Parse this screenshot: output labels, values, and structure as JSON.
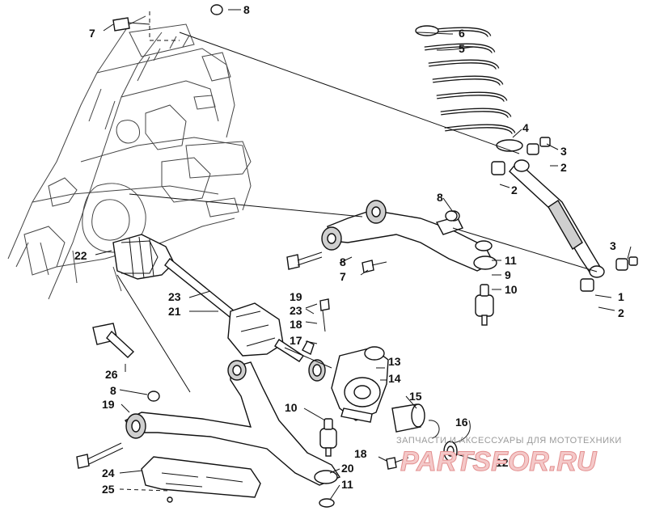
{
  "callouts": {
    "c1": "1",
    "c2a": "2",
    "c2b": "2",
    "c2c": "2",
    "c3a": "3",
    "c3b": "3",
    "c4": "4",
    "c5": "5",
    "c6": "6",
    "c7a": "7",
    "c7b": "7",
    "c8a": "8",
    "c8b": "8",
    "c8c": "8",
    "c8d": "8",
    "c9": "9",
    "c10a": "10",
    "c10b": "10",
    "c11a": "11",
    "c11b": "11",
    "c12": "12",
    "c13": "13",
    "c14": "14",
    "c15": "15",
    "c16": "16",
    "c17": "17",
    "c18a": "18",
    "c18b": "18",
    "c19a": "19",
    "c19b": "19",
    "c20": "20",
    "c21": "21",
    "c22": "22",
    "c23a": "23",
    "c23b": "23",
    "c24": "24",
    "c25": "25",
    "c26": "26"
  },
  "watermark": {
    "caption": "ЗАПЧАСТИ И АКСЕССУАРЫ ДЛЯ МОТОТЕХНИКИ",
    "logo": "PARTSFOR.RU"
  }
}
